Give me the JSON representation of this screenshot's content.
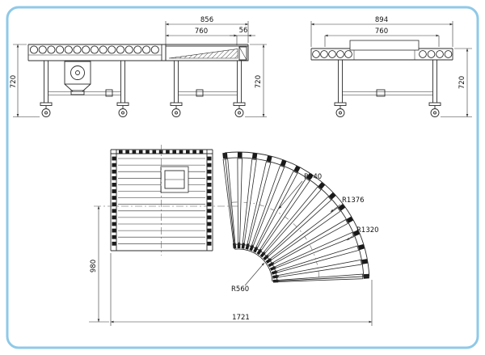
{
  "views": {
    "elevation_left": {
      "dims": {
        "top_length": "856",
        "belt_length": "760",
        "pulley": "56",
        "height_left": "720",
        "height_right": "720"
      }
    },
    "elevation_right": {
      "dims": {
        "top_length": "894",
        "inner_length": "760",
        "height": "720"
      }
    },
    "plan": {
      "dims": {
        "vertical": "980",
        "horizontal": "1721"
      },
      "radii": {
        "centerline": "R940",
        "outer_frame": "R1376",
        "outer_roller": "R1320",
        "inner": "R560"
      }
    }
  },
  "colors": {
    "border": "#8fc9e8",
    "line": "#2b2b2b",
    "dim": "#333333"
  }
}
